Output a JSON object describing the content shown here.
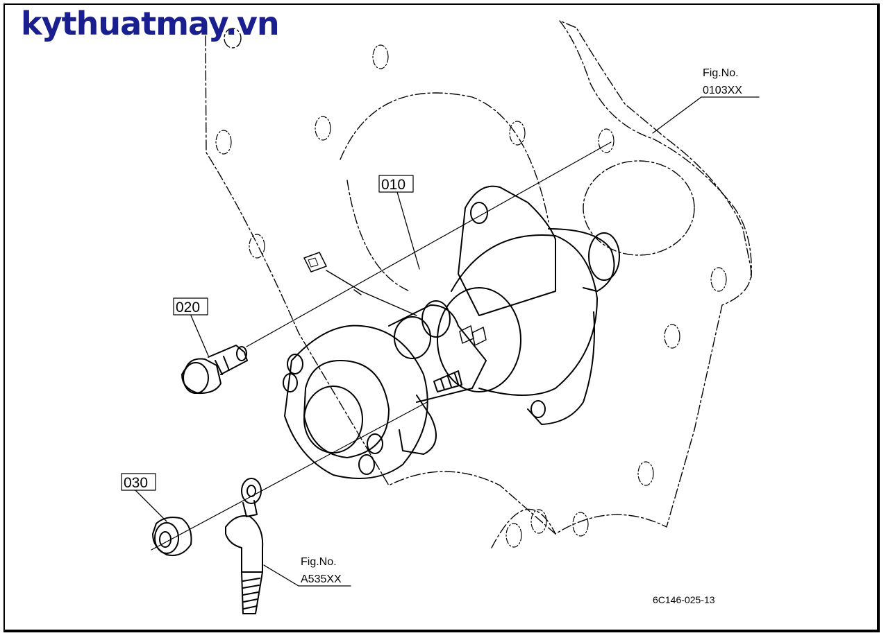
{
  "brand": {
    "watermark_text": "kythuatmay.vn",
    "color": "#1a1f8f"
  },
  "callouts": [
    {
      "number": "010"
    },
    {
      "number": "020"
    },
    {
      "number": "030"
    }
  ],
  "figure_refs": [
    {
      "label": "Fig.No.",
      "number": "0103XX"
    },
    {
      "label": "Fig.No.",
      "number": "A535XX"
    }
  ],
  "diagram_code": "6C146-025-13"
}
